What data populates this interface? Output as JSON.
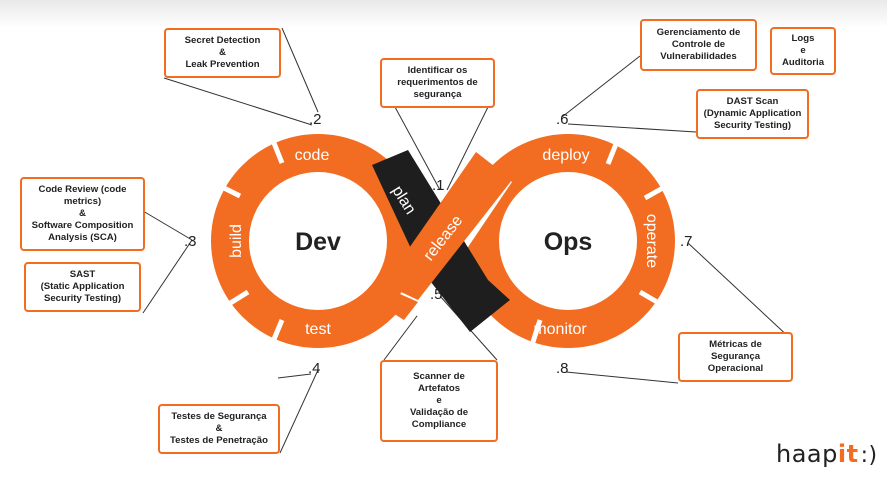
{
  "colors": {
    "accent": "#f26d21",
    "dark": "#1e1e1e",
    "line": "#333333"
  },
  "center": {
    "left": "Dev",
    "right": "Ops"
  },
  "stages": {
    "plan": "plan",
    "code": "code",
    "build": "build",
    "test": "test",
    "release": "release",
    "deploy": "deploy",
    "operate": "operate",
    "monitor": "monitor"
  },
  "markers": {
    "m1": ".1",
    "m2": ".2",
    "m3": ".3",
    "m4": ".4",
    "m5": ".5",
    "m6": ".6",
    "m7": ".7",
    "m8": ".8"
  },
  "callouts": {
    "secret": [
      "Secret Detection",
      "&",
      "Leak Prevention"
    ],
    "req": [
      "Identificar os",
      "requerimentos de",
      "segurança"
    ],
    "vuln": [
      "Gerenciamento de",
      "Controle de",
      "Vulnerabilidades"
    ],
    "logs": [
      "Logs",
      "e",
      "Auditoria"
    ],
    "dast": [
      "DAST Scan",
      "(Dynamic Application",
      "Security Testing)"
    ],
    "codereview": [
      "Code Review (code",
      "metrics)",
      "&",
      "Software Composition",
      "Analysis (SCA)"
    ],
    "sast": [
      "SAST",
      "(Static Application",
      "Security Testing)"
    ],
    "metrics": [
      "Métricas de",
      "Segurança",
      "Operacional"
    ],
    "scanner": [
      "Scanner de",
      "Artefatos",
      "e",
      "Validação de",
      "Compliance"
    ],
    "tests": [
      "Testes de Segurança",
      "&",
      "Testes de Penetração"
    ]
  },
  "brand": {
    "text_a": "haap",
    "text_b": "it",
    "text_c": ":)"
  }
}
